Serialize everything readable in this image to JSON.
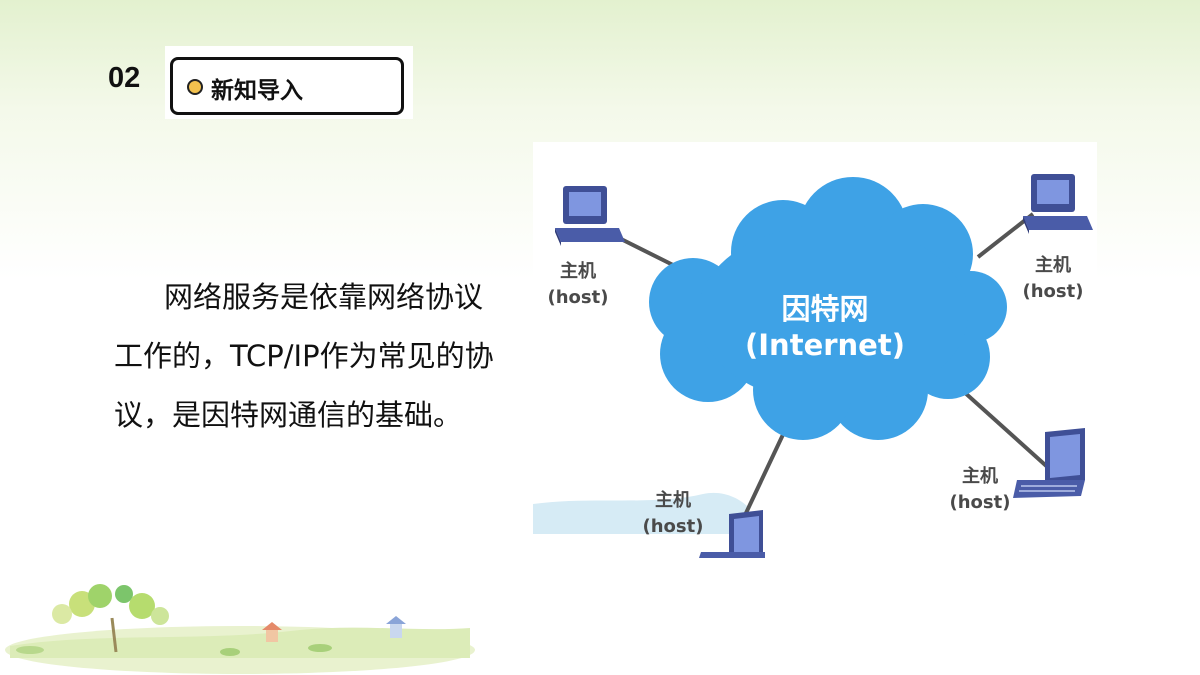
{
  "header": {
    "section_number": "02",
    "title": "新知导入"
  },
  "body": {
    "paragraph": "网络服务是依靠网络协议工作的，TCP/IP作为常见的协议，是因特网通信的基础。"
  },
  "diagram": {
    "cloud": {
      "title": "因特网",
      "subtitle": "(Internet)",
      "color": "#3ea2e6"
    },
    "hosts": [
      {
        "label": "主机",
        "sublabel": "(host)",
        "device": "desktop-computer-icon"
      },
      {
        "label": "主机",
        "sublabel": "(host)",
        "device": "desktop-computer-icon"
      },
      {
        "label": "主机",
        "sublabel": "(host)",
        "device": "laptop-icon"
      },
      {
        "label": "主机",
        "sublabel": "(host)",
        "device": "laptop-icon"
      }
    ],
    "link_color": "#555555",
    "device_color": "#4a5ca8"
  },
  "colors": {
    "title_dot": "#f2c14e",
    "background_top": "#e3f1cf"
  }
}
